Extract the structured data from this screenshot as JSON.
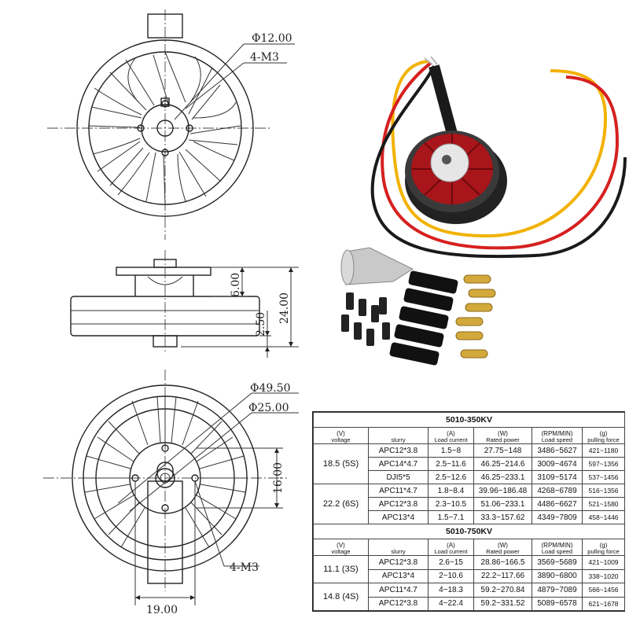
{
  "dimensions": {
    "dia_12": "Φ12.00",
    "m3_top": "4-M3",
    "h_6": "6.00",
    "h_24": "24.00",
    "h_2_5": "2.50",
    "dia_49_5": "Φ49.50",
    "dia_25": "Φ25.00",
    "w_16": "16.00",
    "m3_bottom": "4-M3",
    "w_19": "19.00"
  },
  "spec_tables": [
    {
      "title": "5010-350KV",
      "headers": [
        {
          "unit": "(V)",
          "label": "voltage"
        },
        {
          "unit": "",
          "label": "slurry"
        },
        {
          "unit": "(A)",
          "label": "Load current"
        },
        {
          "unit": "(W)",
          "label": "Rated power"
        },
        {
          "unit": "(RPM/MIN)",
          "label": "Load speed"
        },
        {
          "unit": "(g)",
          "label": "pulling force"
        }
      ],
      "groups": [
        {
          "voltage": "18.5  (5S)",
          "rows": [
            [
              "APC12*3.8",
              "1.5~8",
              "27.75~148",
              "3486~5627",
              "421~1180"
            ],
            [
              "APC14*4.7",
              "2.5~11.6",
              "46.25~214.6",
              "3009~4674",
              "597~1356"
            ],
            [
              "DJI5*5",
              "2.5~12.6",
              "46.25~233.1",
              "3109~5174",
              "537~1456"
            ]
          ]
        },
        {
          "voltage": "22.2  (6S)",
          "rows": [
            [
              "APC11*4.7",
              "1.8~8.4",
              "39.96~186.48",
              "4268~6789",
              "516~1356"
            ],
            [
              "APC12*3.8",
              "2.3~10.5",
              "51.06~233.1",
              "4486~6627",
              "521~1580"
            ],
            [
              "APC13*4",
              "1.5~7.1",
              "33.3~157.62",
              "4349~7809",
              "458~1446"
            ]
          ]
        }
      ]
    },
    {
      "title": "5010-750KV",
      "headers": [
        {
          "unit": "(V)",
          "label": "voltage"
        },
        {
          "unit": "",
          "label": "slurry"
        },
        {
          "unit": "(A)",
          "label": "Load current"
        },
        {
          "unit": "(W)",
          "label": "Rated power"
        },
        {
          "unit": "(RPM/MIN)",
          "label": "Load speed"
        },
        {
          "unit": "(g)",
          "label": "pulling force"
        }
      ],
      "groups": [
        {
          "voltage": "11.1  (3S)",
          "rows": [
            [
              "APC12*3.8",
              "2.6~15",
              "28.86~166.5",
              "3569~5689",
              "421~1009"
            ],
            [
              "APC13*4",
              "2~10.6",
              "22.2~117.66",
              "3890~6800",
              "338~1020"
            ]
          ]
        },
        {
          "voltage": "14.8  (4S)",
          "rows": [
            [
              "APC11*4.7",
              "4~18.3",
              "59.2~270.84",
              "4879~7089",
              "566~1456"
            ],
            [
              "APC12*3.8",
              "4~22.4",
              "59.2~331.52",
              "5089~6578",
              "621~1678"
            ]
          ]
        }
      ]
    }
  ]
}
